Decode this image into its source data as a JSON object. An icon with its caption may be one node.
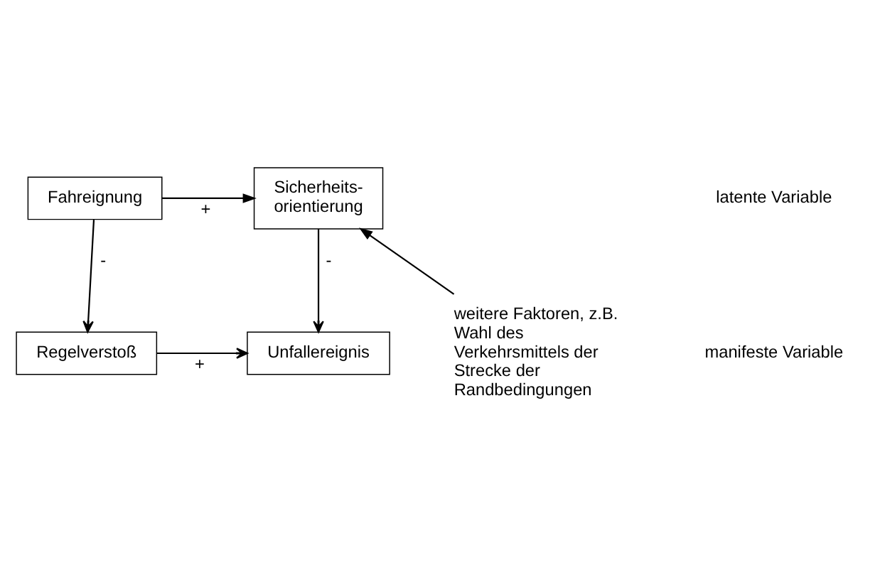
{
  "diagram": {
    "nodes": [
      {
        "text": [
          "Regelverstoß"
        ]
      },
      {
        "text": [
          "Unfallereignis"
        ]
      },
      {
        "text": [
          "Fahreignung"
        ]
      },
      {
        "text": [
          "Sicherheits- orientierung"
        ]
      },
      {
        "text": [
          "weitere Faktoren, z.B. Wahl des Verkehrsmittels der Strecke der Randbedingungen"
        ]
      }
    ],
    "edges": [
      {
        "from": 0,
        "to": 1,
        "arrow": "to",
        "label": "+"
      },
      {
        "from": 2,
        "to": 0,
        "arrow": "to",
        "label": "-"
      },
      {
        "from": 3,
        "to": 1,
        "arrow": "to",
        "label": "-"
      },
      {
        "from": 2,
        "to": 3,
        "arrow": "to",
        "label": "+"
      },
      {
        "from": 4,
        "to": 3,
        "arrow": "to"
      }
    ],
    "labels": [
      "manifeste Variable",
      "latente Variable"
    ]
  }
}
